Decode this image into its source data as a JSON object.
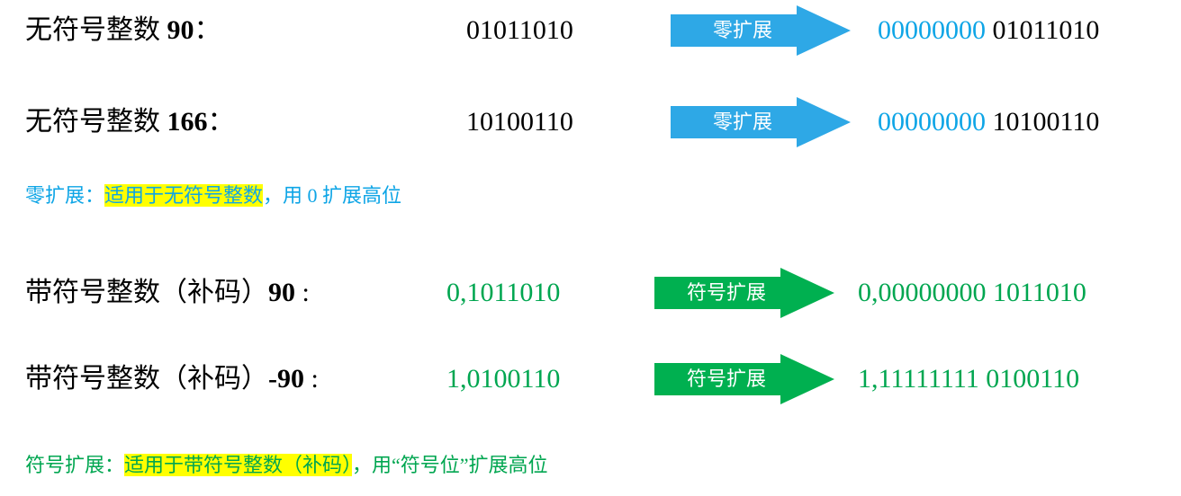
{
  "colors": {
    "zero_ext": "#0ea5e6",
    "sign_ext": "#00a650",
    "highlight": "#ffff00",
    "text": "#000000"
  },
  "rows": [
    {
      "name": "unsigned-90",
      "label_prefix": "无符号整数 ",
      "label_value": "90",
      "label_suffix": "：",
      "source": "01011010",
      "arrow_text": "零扩展",
      "arrow_color": "#0ea5e6",
      "dest_ext": "00000000",
      "dest_rest": " 01011010",
      "dest_color": "#0ea5e6",
      "dest_rest_color": "#000000"
    },
    {
      "name": "unsigned-166",
      "label_prefix": "无符号整数 ",
      "label_value": "166",
      "label_suffix": "：",
      "source": "10100110",
      "arrow_text": "零扩展",
      "arrow_color": "#0ea5e6",
      "dest_ext": "00000000",
      "dest_rest": " 10100110",
      "dest_color": "#0ea5e6",
      "dest_rest_color": "#000000"
    },
    {
      "name": "signed-90",
      "label_prefix": "带符号整数（补码）",
      "label_value": "90",
      "label_suffix": " :",
      "source": "0,1011010",
      "arrow_text": "符号扩展",
      "arrow_color": "#00a650",
      "dest_ext": "0,00000000",
      "dest_rest": " 1011010",
      "dest_color": "#00a650",
      "dest_rest_color": "#00a650"
    },
    {
      "name": "signed-minus-90",
      "label_prefix": "带符号整数（补码）",
      "label_value": "-90",
      "label_suffix": " :",
      "source": "1,0100110",
      "arrow_text": "符号扩展",
      "arrow_color": "#00a650",
      "dest_ext": "1,11111111",
      "dest_rest": " 0100110",
      "dest_color": "#00a650",
      "dest_rest_color": "#00a650"
    }
  ],
  "notes": [
    {
      "name": "zero-extension-note",
      "lead": "零扩展：",
      "highlight": "适用于无符号整数",
      "tail": "，用 0 扩展高位",
      "color": "#0ea5e6"
    },
    {
      "name": "sign-extension-note",
      "lead": "符号扩展：",
      "highlight": "适用于带符号整数（补码）",
      "tail": "，用“符号位”扩展高位",
      "color": "#00a650"
    }
  ]
}
